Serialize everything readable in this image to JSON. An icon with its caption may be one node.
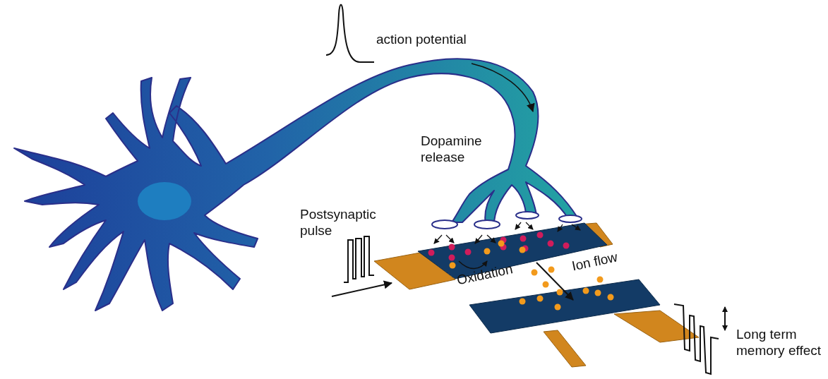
{
  "diagram": {
    "labels": [
      "action potential",
      "Dopamine release",
      "Postsynaptic pulse",
      "Ion flow",
      "Oxidation",
      "Long term memory effect"
    ]
  }
}
